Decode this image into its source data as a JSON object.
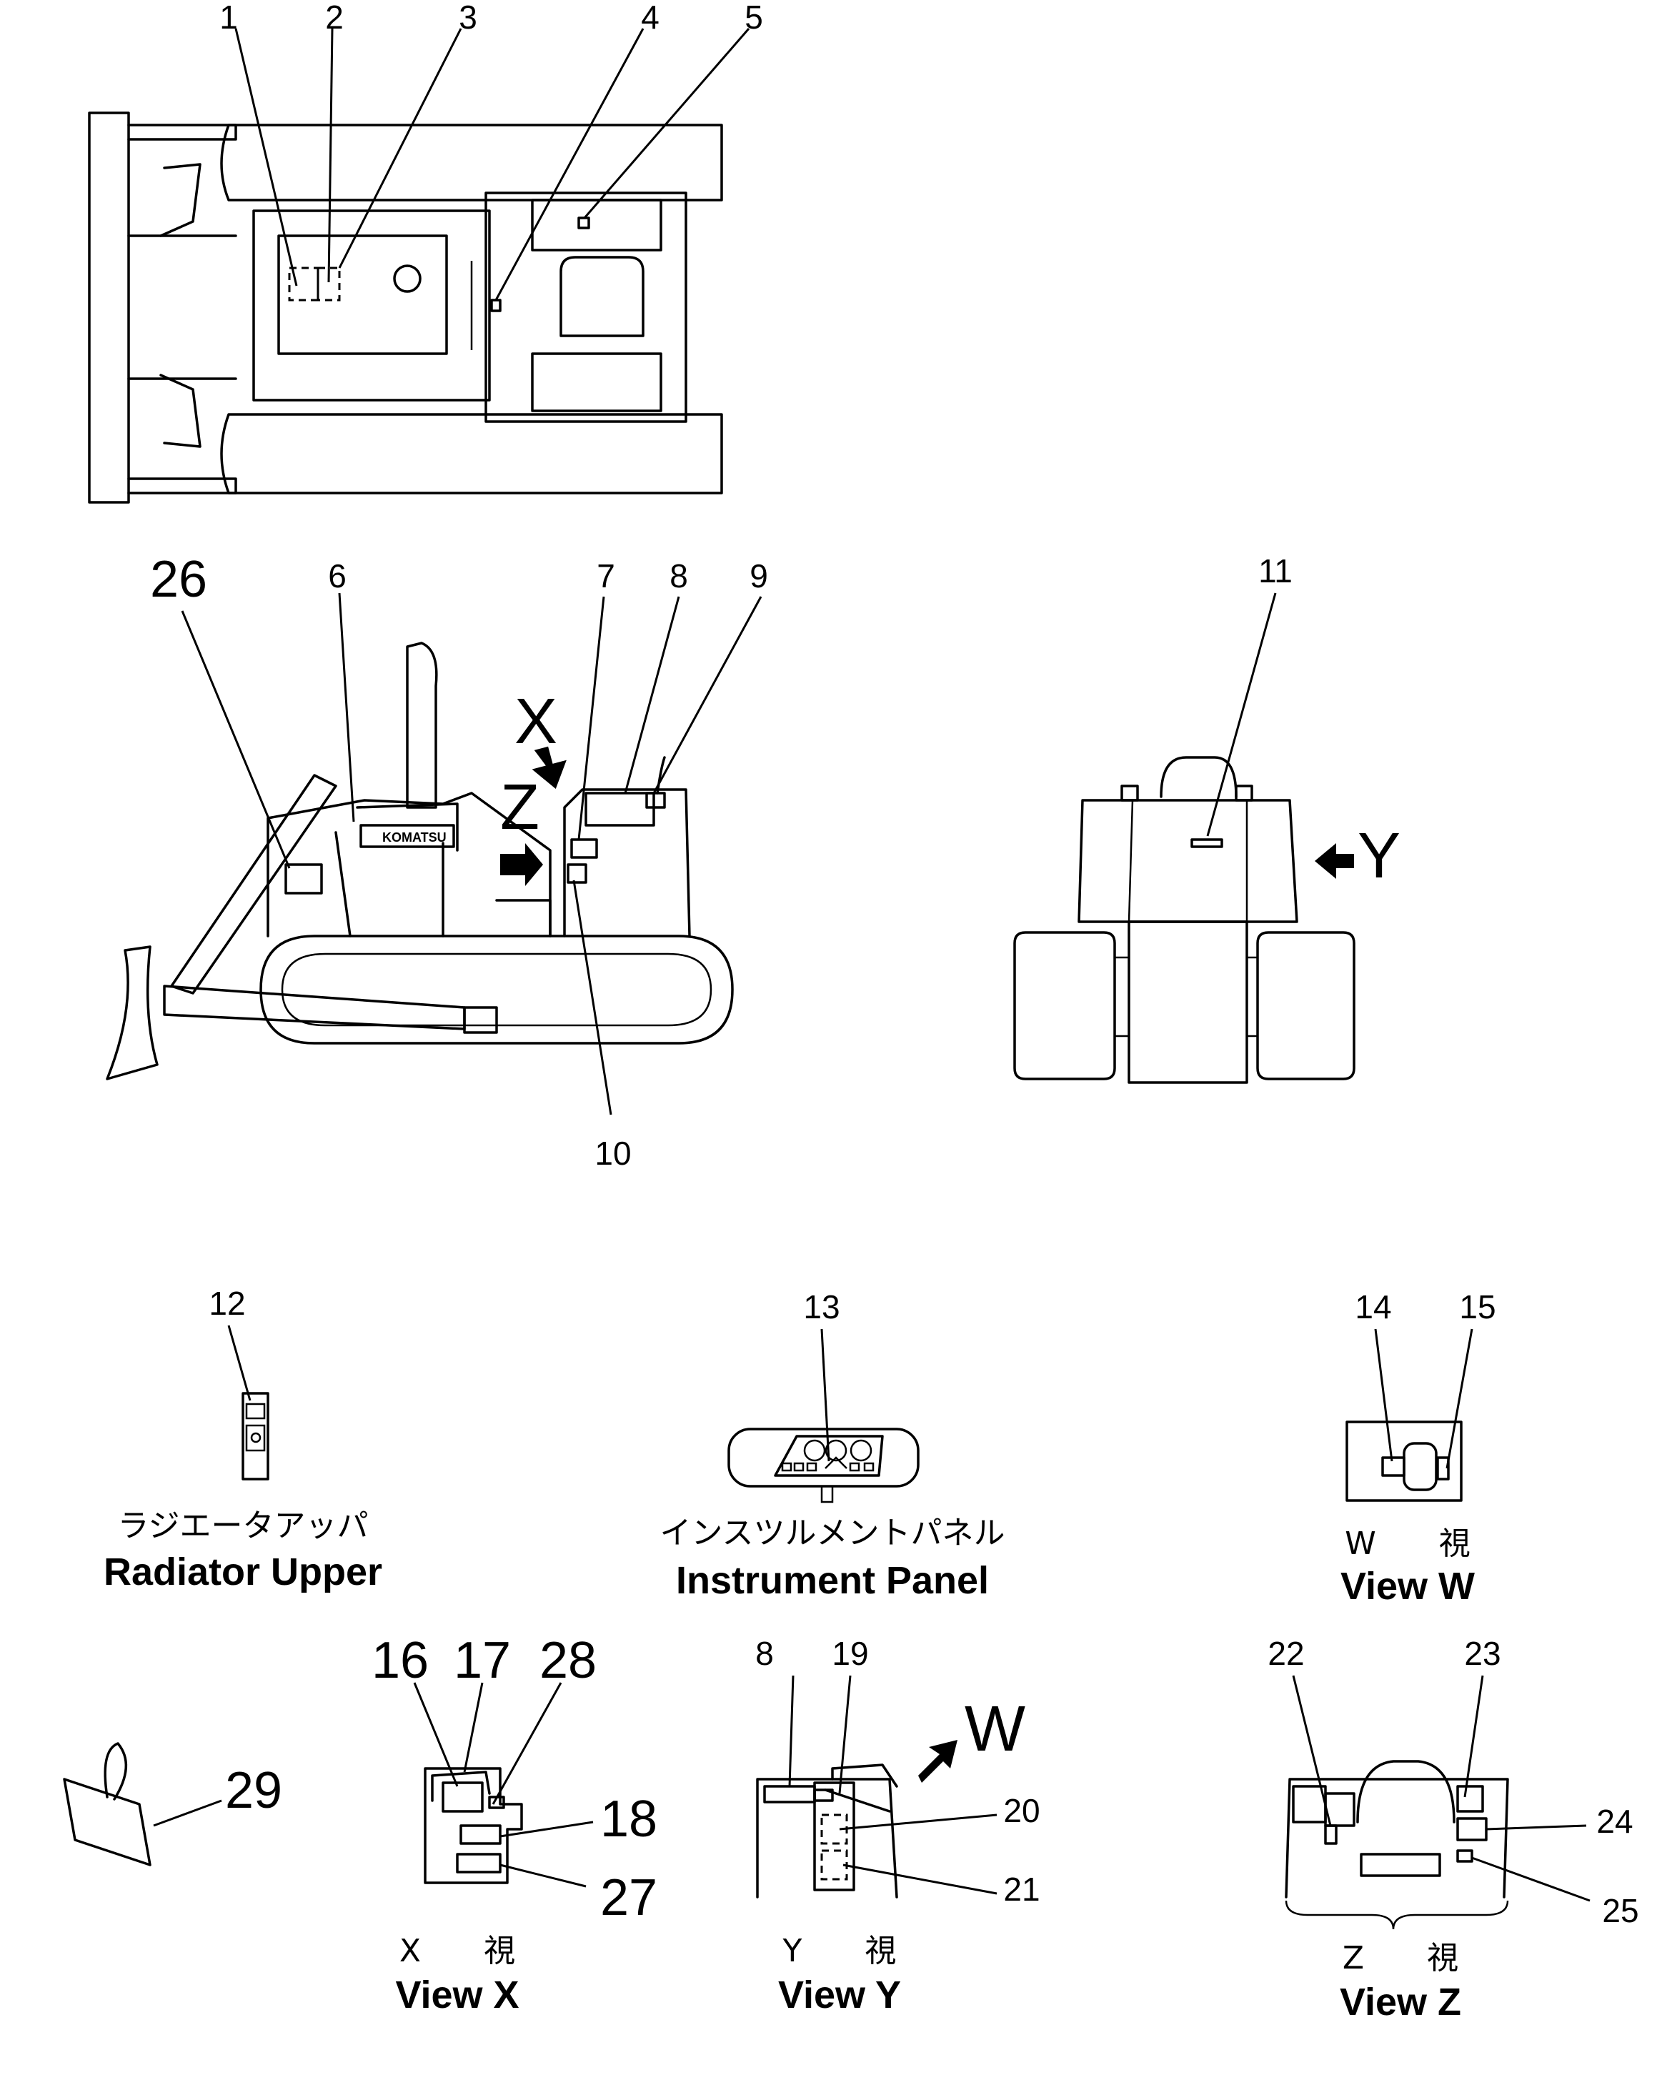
{
  "callouts": {
    "c1": "1",
    "c2": "2",
    "c3": "3",
    "c4": "4",
    "c5": "5",
    "c6": "6",
    "c7": "7",
    "c8": "8",
    "c9": "9",
    "c10": "10",
    "c11": "11",
    "c12": "12",
    "c13": "13",
    "c14": "14",
    "c15": "15",
    "c16": "16",
    "c17": "17",
    "c18": "18",
    "c19": "19",
    "c20": "20",
    "c21": "21",
    "c22": "22",
    "c23": "23",
    "c24": "24",
    "c25": "25",
    "c26": "26",
    "c27": "27",
    "c28": "28",
    "c29": "29",
    "c8b": "8"
  },
  "view_markers": {
    "x": "X",
    "z": "Z",
    "y": "Y",
    "w": "W"
  },
  "captions": {
    "radiator_jp": "ラジエータアッパ",
    "radiator_en": "Radiator Upper",
    "instrument_jp": "インスツルメントパネル",
    "instrument_en": "Instrument Panel",
    "view_w_jp": "W　　視",
    "view_w_en": "View  W",
    "view_x_jp": "X　　視",
    "view_x_en": "View  X",
    "view_y_jp": "Y　　視",
    "view_y_en": "View  Y",
    "view_z_jp": "Z　　視",
    "view_z_en": "View  Z"
  },
  "machine_badge": "KOMATSU"
}
